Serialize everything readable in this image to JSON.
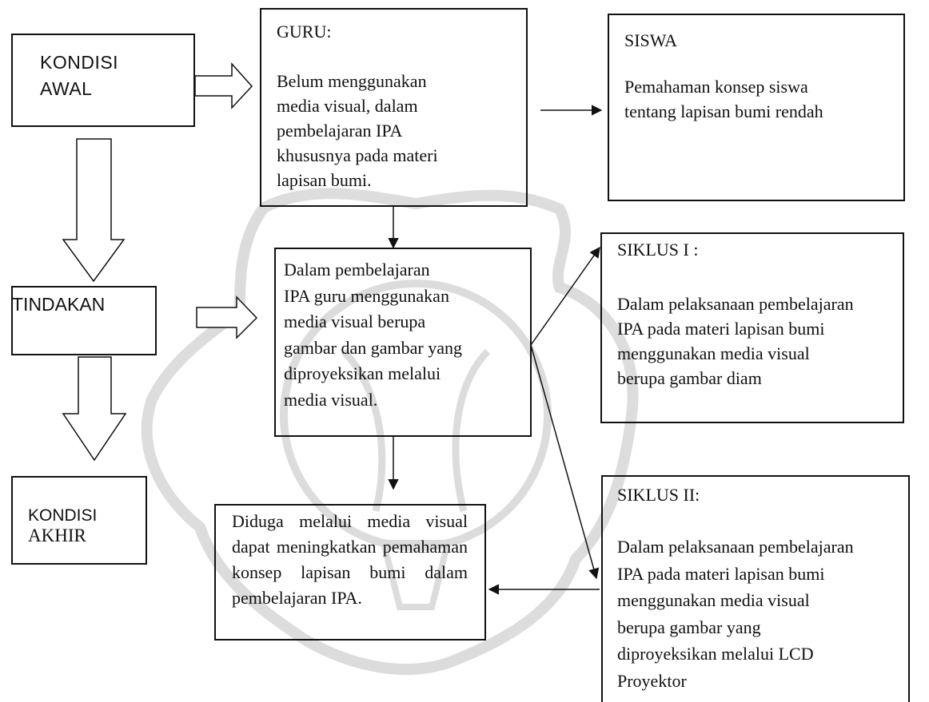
{
  "left": {
    "kondisi_awal": "KONDISI\nAWAL",
    "tindakan": "TINDAKAN",
    "kondisi_akhir_1": "KONDISI",
    "kondisi_akhir_2": "AKHIR"
  },
  "guru": {
    "title": "GURU:",
    "body": "Belum menggunakan\nmedia visual, dalam\npembelajaran IPA\nkhususnya pada materi\nlapisan bumi."
  },
  "siswa": {
    "title": "SISWA",
    "body": "Pemahaman konsep siswa\ntentang lapisan bumi rendah"
  },
  "tindakan_box": {
    "body": "Dalam pembelajaran\nIPA guru menggunakan\nmedia visual berupa\ngambar dan gambar yang\ndiproyeksikan melalui\nmedia visual."
  },
  "siklus1": {
    "title": "SIKLUS I :",
    "body": "Dalam pelaksanaan pembelajaran\nIPA  pada materi lapisan bumi\nmenggunakan media visual\nberupa gambar diam"
  },
  "siklus2": {
    "title": "SIKLUS II:",
    "body": "Dalam pelaksanaan pembelajaran\nIPA  pada materi lapisan bumi\nmenggunakan media visual\nberupa gambar yang\ndiproyeksikan melalui LCD\nProyektor"
  },
  "akhir_box": {
    "body": "Diduga melalui media visual dapat meningkatkan pemahaman konsep lapisan bumi dalam pembelajaran IPA."
  }
}
